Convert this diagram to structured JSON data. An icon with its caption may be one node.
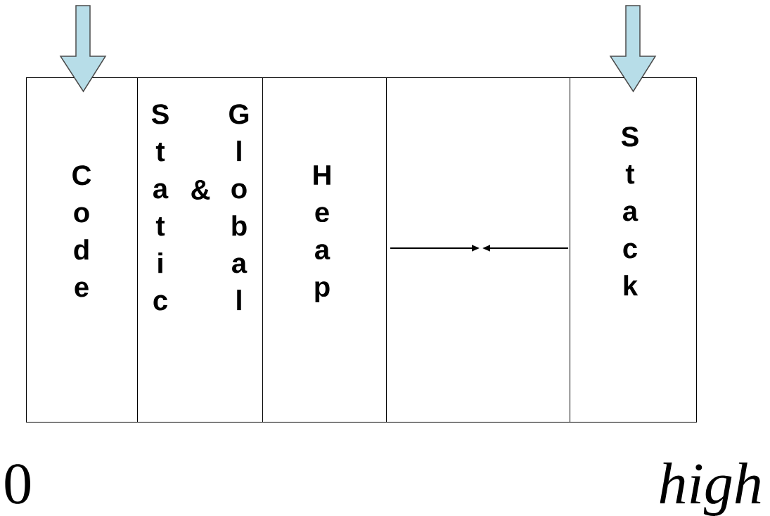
{
  "diagram": {
    "nodes": [
      {
        "text": [
          "Code"
        ]
      },
      {
        "text": [
          "Static",
          "&",
          "Global"
        ]
      },
      {
        "text": [
          "Heap"
        ]
      },
      {
        "text": [],
        "shape": "box"
      },
      {
        "text": [
          "Stack"
        ]
      }
    ],
    "edges": [
      {
        "from": null,
        "to": 0,
        "arrow": "to"
      },
      {
        "from": null,
        "to": 4,
        "arrow": "to"
      }
    ],
    "labels": [
      "0",
      "high"
    ]
  }
}
